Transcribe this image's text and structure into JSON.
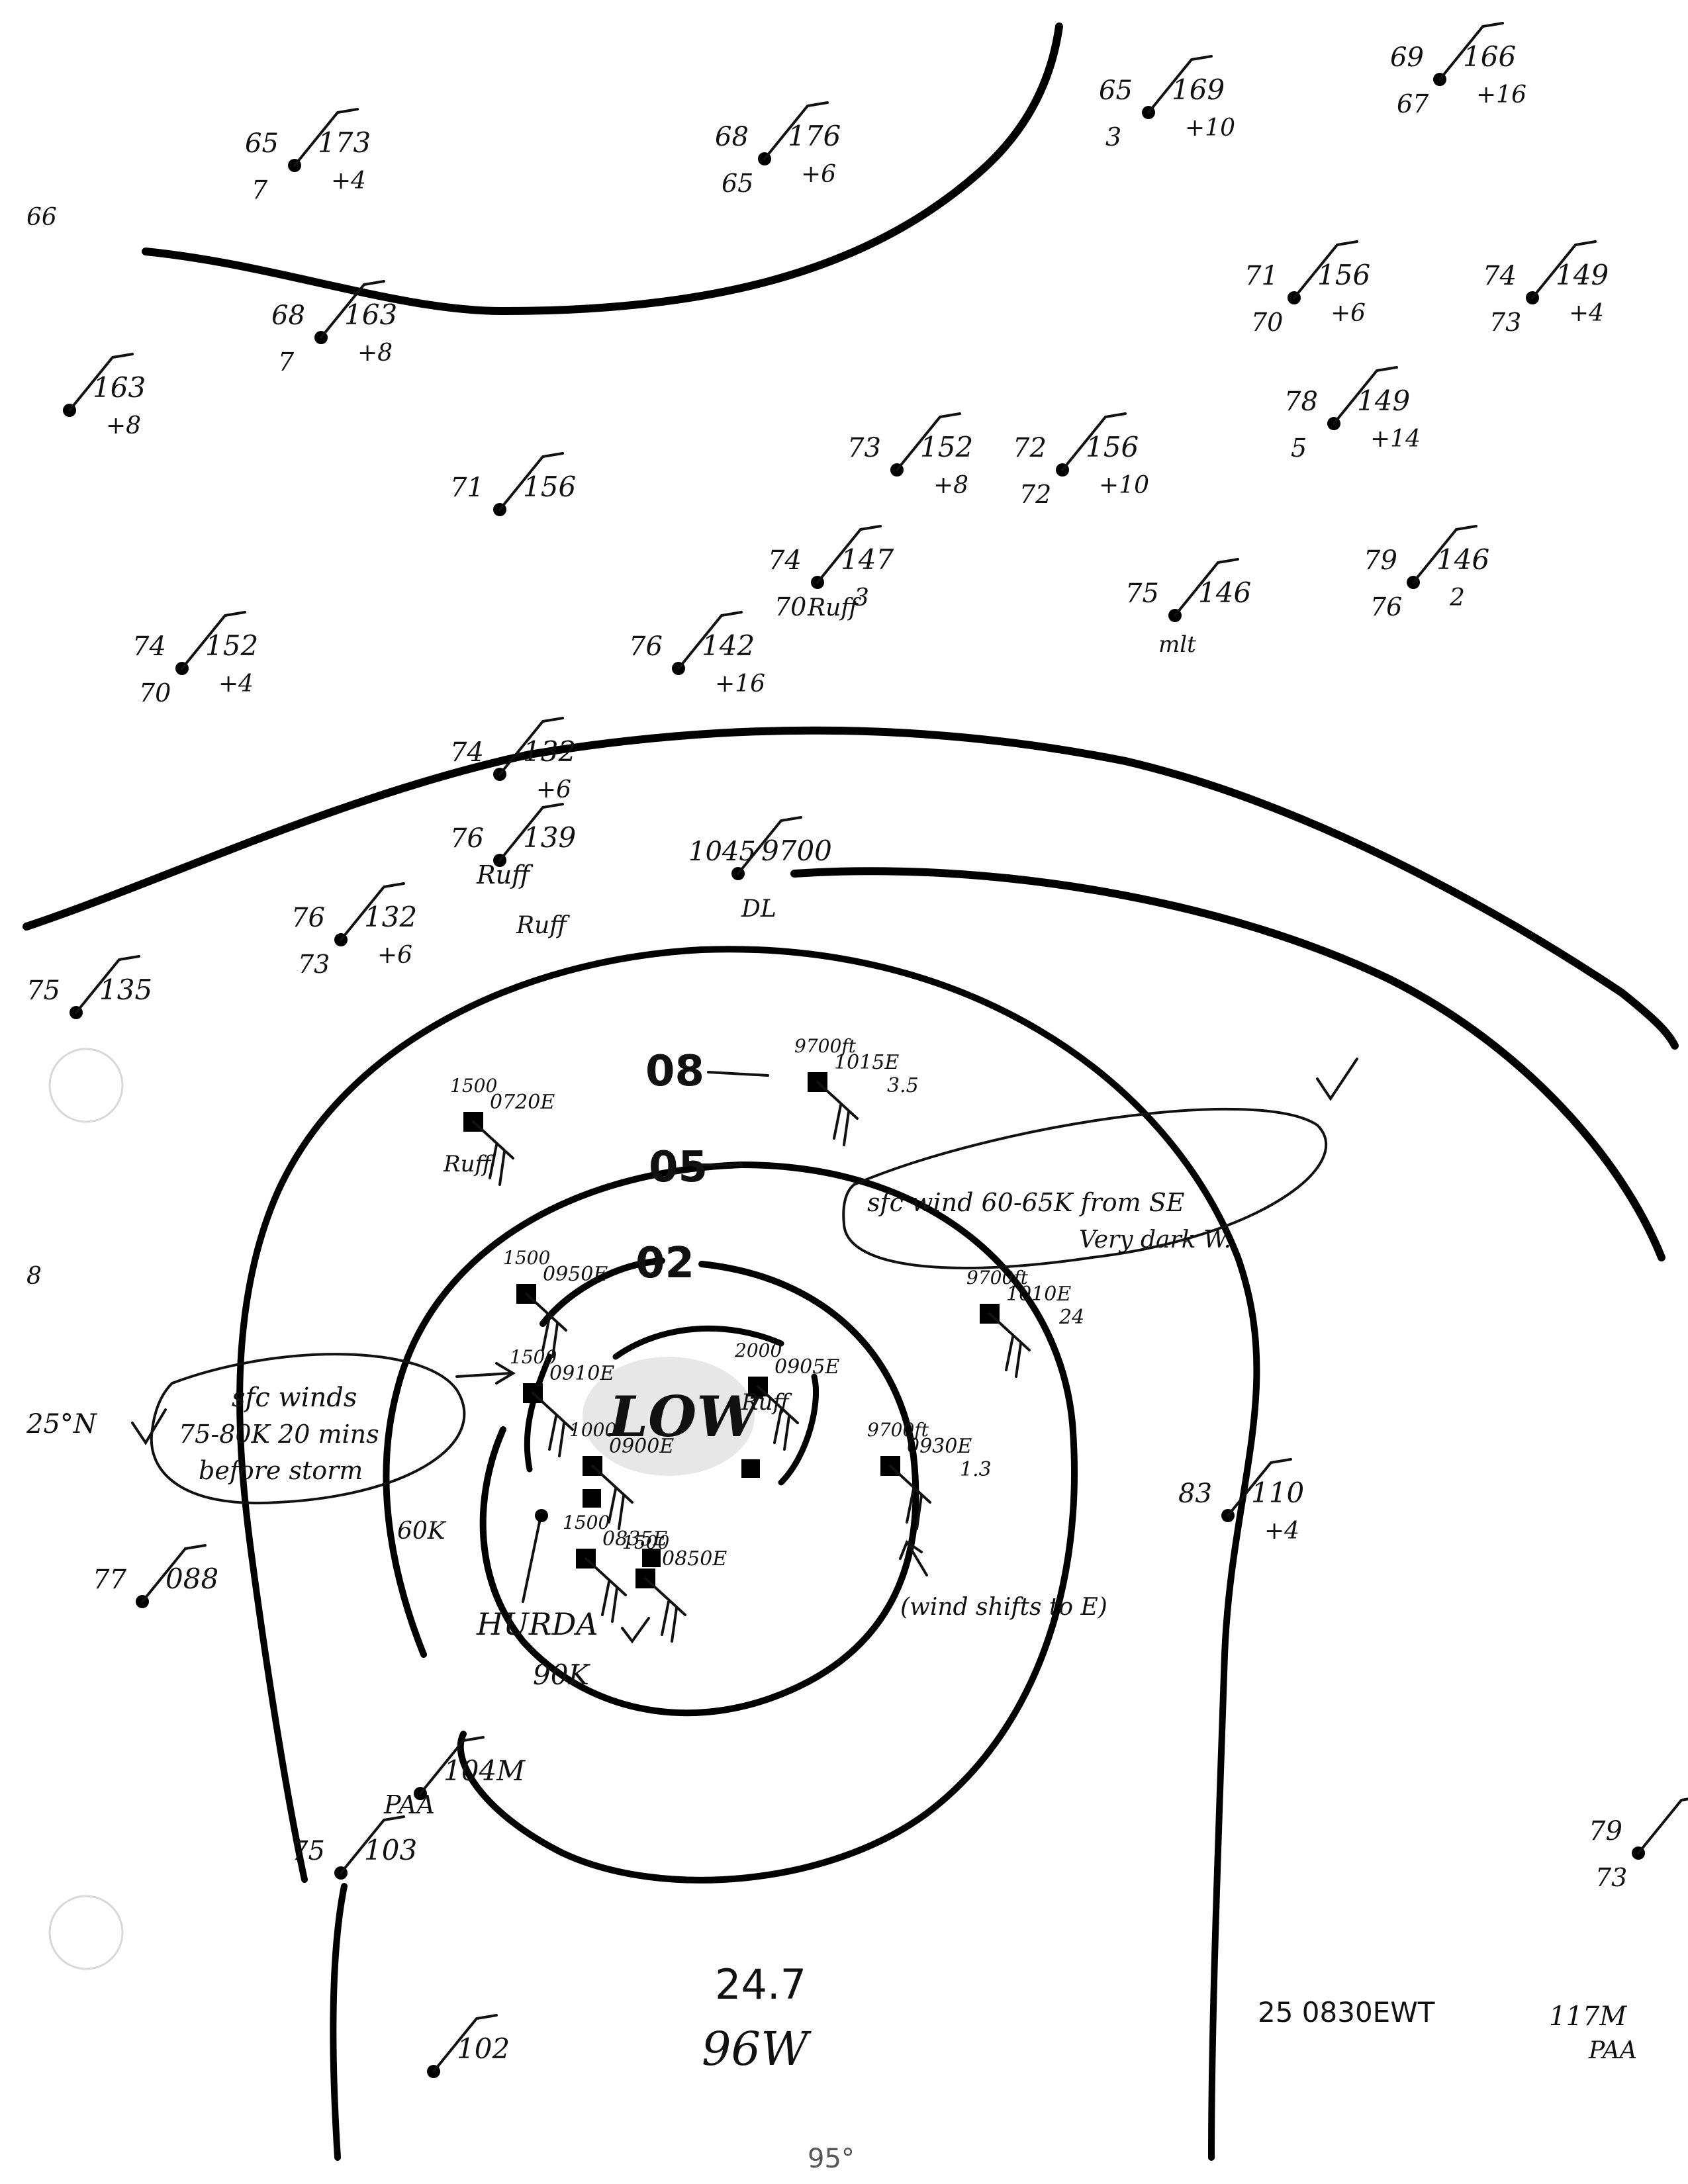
{
  "isobar_labels": {
    "outer": "08",
    "middle": "05",
    "inner": "02"
  },
  "center_label": "LOW",
  "storm_name": "HURDA",
  "storm_wind": "90K",
  "annotations": {
    "left_note_line1": "sfc winds",
    "left_note_line2": "75-80K 20 mins",
    "left_note_line3": "before storm",
    "right_note_line1": "sfc wind 60-65K from SE",
    "right_note_line2": "Very dark W.",
    "lower_right_note": "(wind shifts to E)",
    "gust_left": "60K"
  },
  "latitude_label": "25°N",
  "footer": {
    "position_lat": "24.7",
    "position_lon": "96W",
    "longitude_label": "95°",
    "datetime": "25 0830EWT",
    "lower_right_station": "117M",
    "lower_right_station2": "PAA"
  },
  "stations": [
    {
      "id": "s1",
      "temp": "65",
      "pressure": "173",
      "dew": "7",
      "tend": "+4",
      "extra": "66"
    },
    {
      "id": "s2",
      "temp": "68",
      "pressure": "176",
      "dew": "65",
      "tend": "+6"
    },
    {
      "id": "s3",
      "temp": "65",
      "pressure": "169",
      "dew": "3",
      "tend": "+10"
    },
    {
      "id": "s4",
      "temp": "69",
      "pressure": "166",
      "dew": "67",
      "tend": "+16"
    },
    {
      "id": "s5",
      "temp": "68",
      "pressure": "163",
      "dew": "7",
      "tend": "+8"
    },
    {
      "id": "s6",
      "temp": "",
      "pressure": "163",
      "dew": "",
      "tend": "+8"
    },
    {
      "id": "s7",
      "temp": "71",
      "pressure": "156",
      "dew": "",
      "tend": ""
    },
    {
      "id": "s8",
      "temp": "71",
      "pressure": "156",
      "dew": "70",
      "tend": "+6"
    },
    {
      "id": "s9",
      "temp": "74",
      "pressure": "149",
      "dew": "73",
      "tend": "+4"
    },
    {
      "id": "s10",
      "temp": "73",
      "pressure": "152",
      "dew": "",
      "tend": "+8"
    },
    {
      "id": "s11",
      "temp": "72",
      "pressure": "156",
      "dew": "72",
      "tend": "+10"
    },
    {
      "id": "s12",
      "temp": "78",
      "pressure": "149",
      "dew": "5",
      "tend": "+14"
    },
    {
      "id": "s13",
      "temp": "74",
      "pressure": "147",
      "dew": "70",
      "tend": "3"
    },
    {
      "id": "s14",
      "temp": "75",
      "pressure": "146",
      "dew": "",
      "tend": ""
    },
    {
      "id": "s15",
      "temp": "79",
      "pressure": "146",
      "dew": "76",
      "tend": "2"
    },
    {
      "id": "s16",
      "temp": "74",
      "pressure": "152",
      "dew": "70",
      "tend": "+4"
    },
    {
      "id": "s17",
      "temp": "76",
      "pressure": "142",
      "dew": "",
      "tend": "+16"
    },
    {
      "id": "s18",
      "temp": "74",
      "pressure": "132",
      "dew": "",
      "tend": "+6"
    },
    {
      "id": "s19",
      "temp": "76",
      "pressure": "139",
      "dew": "",
      "tend": ""
    },
    {
      "id": "s20",
      "temp": "1045",
      "pressure": "9700",
      "dew": "",
      "tend": ""
    },
    {
      "id": "s21",
      "temp": "76",
      "pressure": "132",
      "dew": "73",
      "tend": "+6"
    },
    {
      "id": "s22",
      "temp": "75",
      "pressure": "135",
      "dew": "",
      "tend": ""
    },
    {
      "id": "s23",
      "temp": "83",
      "pressure": "110",
      "dew": "",
      "tend": "+4"
    },
    {
      "id": "s24",
      "temp": "77",
      "pressure": "088",
      "dew": "",
      "tend": ""
    },
    {
      "id": "s25",
      "temp": "75",
      "pressure": "103",
      "dew": "",
      "tend": ""
    },
    {
      "id": "s26",
      "temp": "",
      "pressure": "104M",
      "dew": "",
      "tend": ""
    },
    {
      "id": "s27",
      "temp": "",
      "pressure": "102",
      "dew": "",
      "tend": ""
    },
    {
      "id": "s28",
      "temp": "79",
      "pressure": "",
      "dew": "73",
      "tend": ""
    }
  ],
  "recon_obs": [
    {
      "id": "r1",
      "alt": "9700ft",
      "time": "1015E",
      "value": "3.5"
    },
    {
      "id": "r2",
      "alt": "9700ft",
      "time": "1010E",
      "value": "24"
    },
    {
      "id": "r3",
      "alt": "9700ft",
      "time": "0930E",
      "value": "1.3"
    },
    {
      "id": "r4",
      "alt": "1500",
      "time": "0720E",
      "value": ""
    },
    {
      "id": "r5",
      "alt": "1500",
      "time": "0950E",
      "value": ""
    },
    {
      "id": "r6",
      "alt": "1500",
      "time": "0910E",
      "value": ""
    },
    {
      "id": "r7",
      "alt": "2000",
      "time": "0905E",
      "value": ""
    },
    {
      "id": "r8",
      "alt": "1500",
      "time": "0835E",
      "value": ""
    },
    {
      "id": "r9",
      "alt": "1500",
      "time": "0850E",
      "value": ""
    },
    {
      "id": "r10",
      "alt": "1000",
      "time": "0900E",
      "value": ""
    }
  ],
  "misc_text": {
    "ruff1": "Ruff",
    "ruff2": "Ruff",
    "ruff3": "Ruff",
    "ruff4": "Ruff",
    "ruff5": "Ruff",
    "mlt": "mlt",
    "dl": "DL",
    "paa": "PAA"
  }
}
